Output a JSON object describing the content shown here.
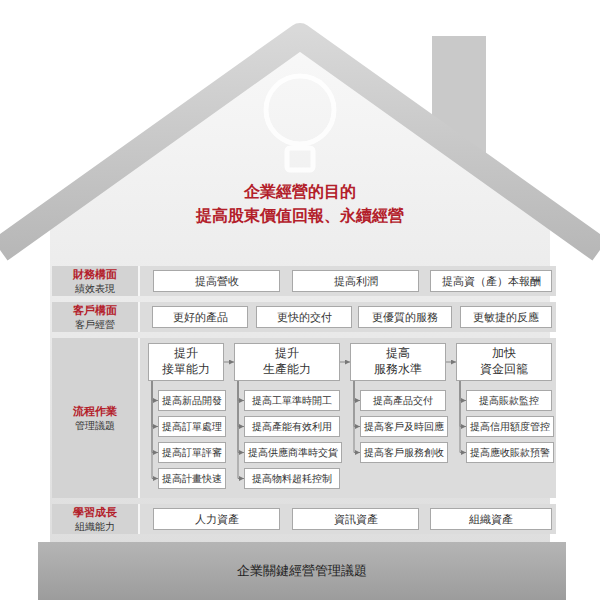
{
  "diagram": {
    "nodes": [
      {
        "text": [
          "企業經營的目的",
          "提高股東價值回報、永續經營"
        ]
      },
      {
        "text": [
          "財務構面",
          "績效表現"
        ],
        "in": 0
      },
      {
        "text": [
          "提高營收"
        ],
        "in": 1
      },
      {
        "text": [
          "提高利潤"
        ],
        "in": 1
      },
      {
        "text": [
          "提高資（產）本報酬"
        ],
        "in": 1
      },
      {
        "text": [
          "客戶構面",
          "客戶經營"
        ],
        "in": 0
      },
      {
        "text": [
          "更好的產品"
        ],
        "in": 5
      },
      {
        "text": [
          "更快的交付"
        ],
        "in": 5
      },
      {
        "text": [
          "更優質的服務"
        ],
        "in": 5
      },
      {
        "text": [
          "更敏捷的反應"
        ],
        "in": 5
      },
      {
        "text": [
          "流程作業",
          "管理議題"
        ],
        "in": 0
      },
      {
        "text": [
          "提升 接單能力"
        ],
        "in": 10
      },
      {
        "text": [
          "提高新品開發"
        ],
        "in": 10
      },
      {
        "text": [
          "提高訂單處理"
        ],
        "in": 10
      },
      {
        "text": [
          "提高訂單評審"
        ],
        "in": 10
      },
      {
        "text": [
          "提高計畫快速"
        ],
        "in": 10
      },
      {
        "text": [
          "提升 生產能力"
        ],
        "in": 10
      },
      {
        "text": [
          "提高工單準時開工"
        ],
        "in": 10
      },
      {
        "text": [
          "提高產能有效利用"
        ],
        "in": 10
      },
      {
        "text": [
          "提高供應商準時交貨"
        ],
        "in": 10
      },
      {
        "text": [
          "提高物料超耗控制"
        ],
        "in": 10
      },
      {
        "text": [
          "提高 服務水準"
        ],
        "in": 10
      },
      {
        "text": [
          "提高產品交付"
        ],
        "in": 10
      },
      {
        "text": [
          "提高客戶及時回應"
        ],
        "in": 10
      },
      {
        "text": [
          "提高客戶服務創收"
        ],
        "in": 10
      },
      {
        "text": [
          "加快 資金回籠"
        ],
        "in": 10
      },
      {
        "text": [
          "提高賬款監控"
        ],
        "in": 10
      },
      {
        "text": [
          "提高信用額度管控"
        ],
        "in": 10
      },
      {
        "text": [
          "提高應收賬款預警"
        ],
        "in": 10
      },
      {
        "text": [
          "學習成長",
          "組織能力"
        ],
        "in": 0
      },
      {
        "text": [
          "人力資產"
        ],
        "in": 29
      },
      {
        "text": [
          "資訊資產"
        ],
        "in": 29
      },
      {
        "text": [
          "組織資產"
        ],
        "in": 29
      },
      {
        "text": [
          "企業關鍵經營管理議題"
        ],
        "in": 0
      }
    ],
    "edges": [
      {
        "from": 11,
        "to": 16,
        "arrow": "to"
      },
      {
        "from": 16,
        "to": 21,
        "arrow": "to"
      },
      {
        "from": 21,
        "to": 25,
        "arrow": "to"
      },
      {
        "from": 11,
        "to": 12,
        "arrow": "to"
      },
      {
        "from": 11,
        "to": 13,
        "arrow": "to"
      },
      {
        "from": 11,
        "to": 14,
        "arrow": "to"
      },
      {
        "from": 11,
        "to": 15,
        "arrow": "to"
      },
      {
        "from": 16,
        "to": 17,
        "arrow": "to"
      },
      {
        "from": 16,
        "to": 18,
        "arrow": "to"
      },
      {
        "from": 16,
        "to": 19,
        "arrow": "to"
      },
      {
        "from": 16,
        "to": 20,
        "arrow": "to"
      },
      {
        "from": 21,
        "to": 22,
        "arrow": "to"
      },
      {
        "from": 21,
        "to": 23,
        "arrow": "to"
      },
      {
        "from": 21,
        "to": 24,
        "arrow": "to"
      },
      {
        "from": 25,
        "to": 26,
        "arrow": "to"
      },
      {
        "from": 25,
        "to": 27,
        "arrow": "to"
      },
      {
        "from": 25,
        "to": 28,
        "arrow": "to"
      }
    ]
  }
}
